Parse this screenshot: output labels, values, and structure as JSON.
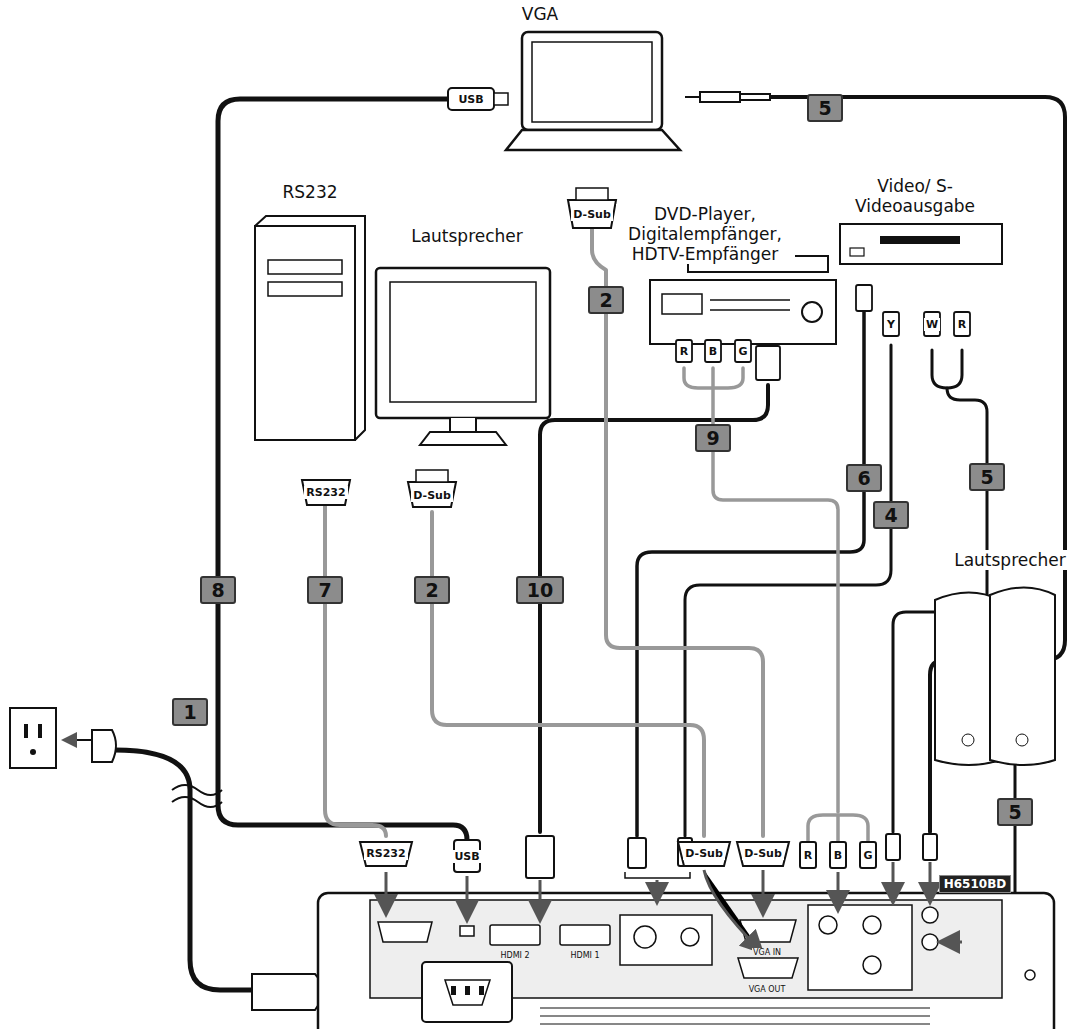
{
  "diagram": {
    "labels": [
      "VGA",
      "USB",
      "5",
      "RS232",
      "Video/ S-Videoausgabe",
      "Lautsprecher",
      "DVD-Player, Digitalempfänger, HDTV-Empfänger",
      "D-Sub",
      "2",
      "R",
      "B",
      "G",
      "Y",
      "W",
      "R",
      "9",
      "6",
      "5",
      "4",
      "RS232",
      "D-Sub",
      "Lautsprecher",
      "8",
      "7",
      "2",
      "10",
      "1",
      "RS232",
      "USB",
      "D-Sub",
      "D-Sub",
      "R",
      "B",
      "G",
      "5",
      "H6510BD",
      "HDMI 2",
      "HDMI 1",
      "VGA IN",
      "VGA OUT"
    ]
  }
}
